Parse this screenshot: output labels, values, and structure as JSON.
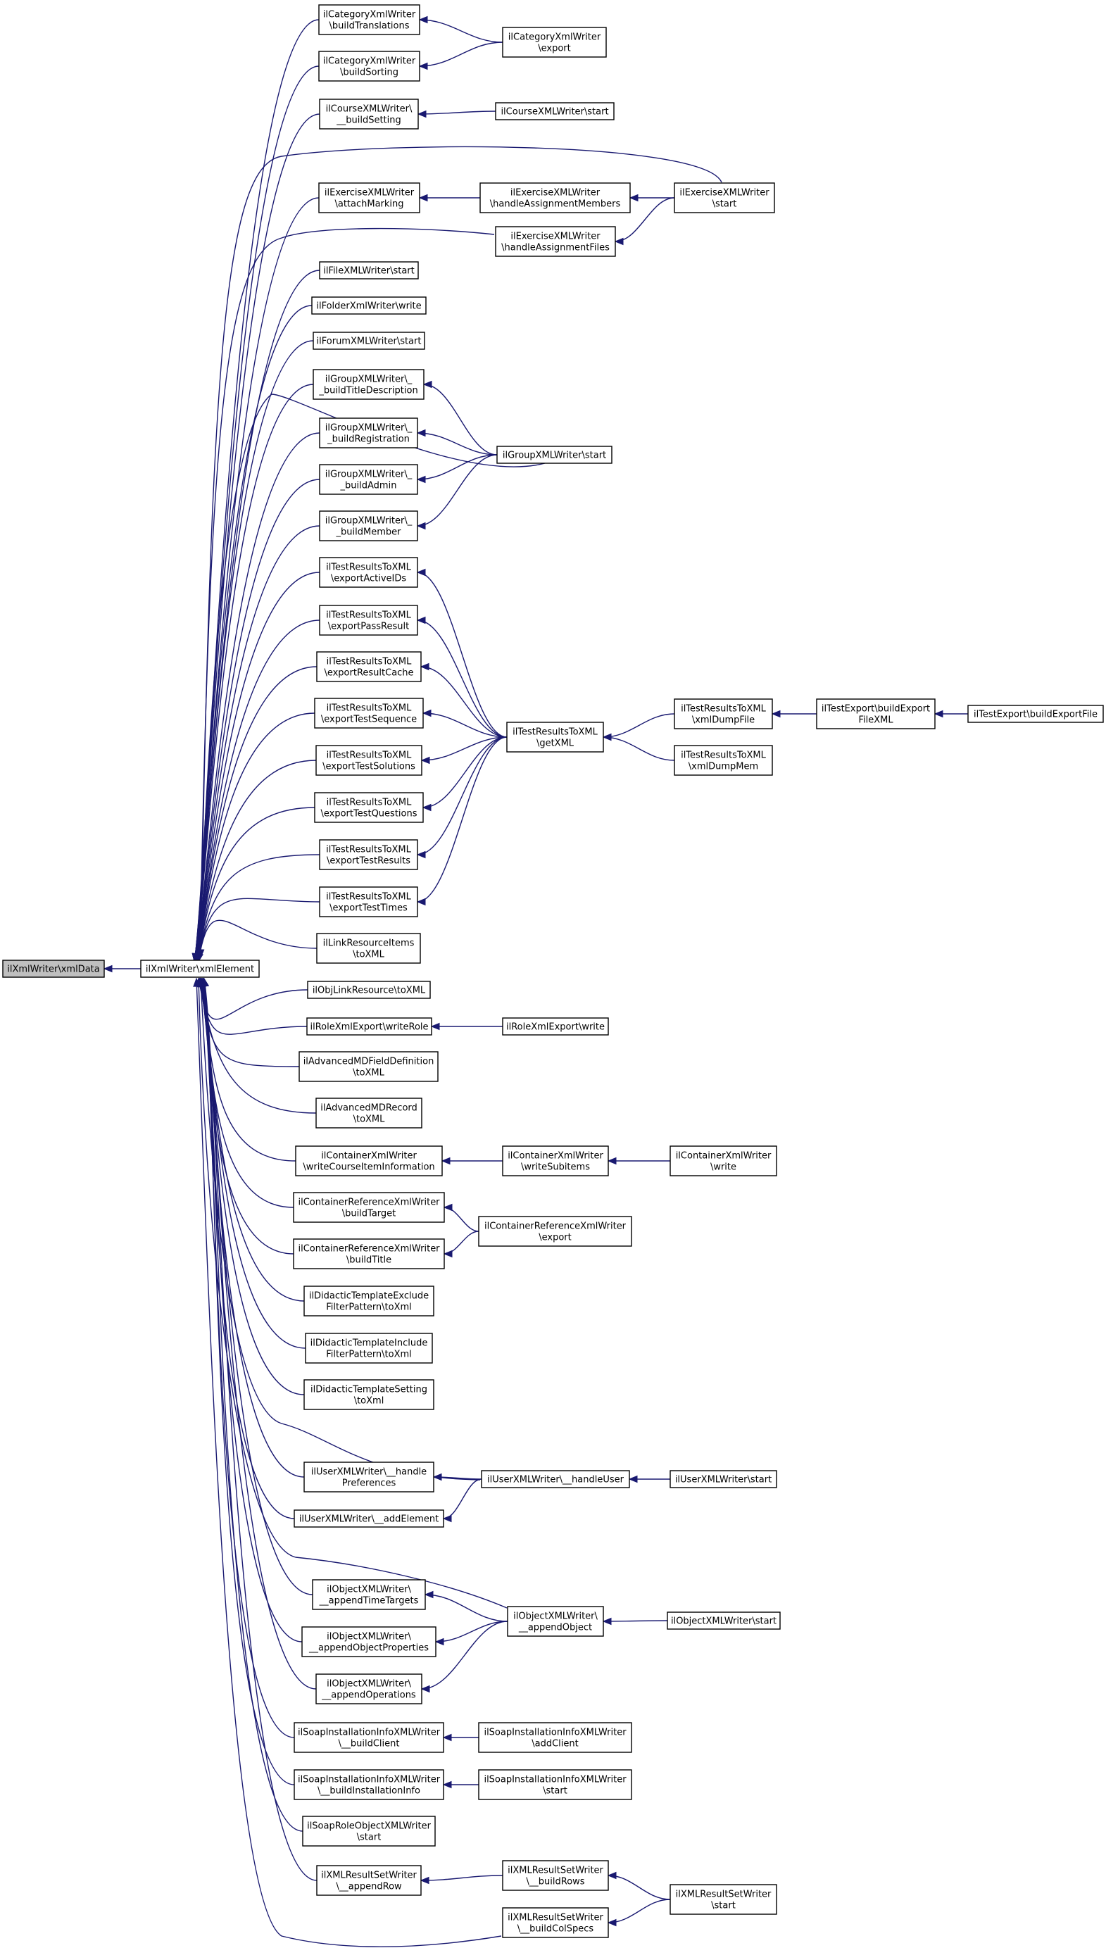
{
  "focus": "ilXmlWriter\\xmlData",
  "nodes": {
    "n0": "ilXmlWriter\\xmlData",
    "n1": "ilXmlWriter\\xmlElement",
    "c1": "ilCategoryXmlWriter\n\\buildTranslations",
    "c2": "ilCategoryXmlWriter\n\\buildSorting",
    "c3": "ilCourseXMLWriter\\\n__buildSetting",
    "c4": "ilExerciseXMLWriter\n\\attachMarking",
    "c5": "ilFileXMLWriter\\start",
    "c6": "ilFolderXmlWriter\\write",
    "c7": "ilForumXMLWriter\\start",
    "c8": "ilGroupXMLWriter\\_\n_buildTitleDescription",
    "c9": "ilGroupXMLWriter\\_\n_buildRegistration",
    "c10": "ilGroupXMLWriter\\_\n_buildAdmin",
    "c11": "ilGroupXMLWriter\\_\n_buildMember",
    "c12": "ilTestResultsToXML\n\\exportActiveIDs",
    "c13": "ilTestResultsToXML\n\\exportPassResult",
    "c14": "ilTestResultsToXML\n\\exportResultCache",
    "c15": "ilTestResultsToXML\n\\exportTestSequence",
    "c16": "ilTestResultsToXML\n\\exportTestSolutions",
    "c17": "ilTestResultsToXML\n\\exportTestQuestions",
    "c18": "ilTestResultsToXML\n\\exportTestResults",
    "c19": "ilTestResultsToXML\n\\exportTestTimes",
    "c20": "ilLinkResourceItems\n\\toXML",
    "c21": "ilObjLinkResource\\toXML",
    "c22": "ilRoleXmlExport\\writeRole",
    "c23": "ilAdvancedMDFieldDefinition\n\\toXML",
    "c24": "ilAdvancedMDRecord\n\\toXML",
    "c25": "ilContainerXmlWriter\n\\writeCourseItemInformation",
    "c26": "ilContainerReferenceXmlWriter\n\\buildTarget",
    "c27": "ilContainerReferenceXmlWriter\n\\buildTitle",
    "c28": "ilDidacticTemplateExclude\nFilterPattern\\toXml",
    "c29": "ilDidacticTemplateInclude\nFilterPattern\\toXml",
    "c30": "ilDidacticTemplateSetting\n\\toXml",
    "c31": "ilUserXMLWriter\\__handle\nPreferences",
    "c32": "ilUserXMLWriter\\__addElement",
    "c33": "ilObjectXMLWriter\\\n__appendTimeTargets",
    "c34": "ilObjectXMLWriter\\\n__appendObjectProperties",
    "c35": "ilObjectXMLWriter\\\n__appendOperations",
    "c36": "ilSoapInstallationInfoXMLWriter\n\\__buildClient",
    "c37": "ilSoapInstallationInfoXMLWriter\n\\__buildInstallationInfo",
    "c38": "ilSoapRoleObjectXMLWriter\n\\start",
    "c39": "ilXMLResultSetWriter\n\\__appendRow",
    "d1": "ilCategoryXmlWriter\n\\export",
    "d2": "ilCourseXMLWriter\\start",
    "d3": "ilExerciseXMLWriter\n\\handleAssignmentMembers",
    "d4": "ilExerciseXMLWriter\n\\handleAssignmentFiles",
    "d5": "ilGroupXMLWriter\\start",
    "d6": "ilTestResultsToXML\n\\getXML",
    "d7": "ilRoleXmlExport\\write",
    "d8": "ilContainerXmlWriter\n\\writeSubitems",
    "d9": "ilContainerReferenceXmlWriter\n\\export",
    "d10": "ilUserXMLWriter\\__handleUser",
    "d11": "ilObjectXMLWriter\\\n__appendObject",
    "d12": "ilSoapInstallationInfoXMLWriter\n\\addClient",
    "d13": "ilSoapInstallationInfoXMLWriter\n\\start",
    "d14": "ilXMLResultSetWriter\n\\__buildRows",
    "d15": "ilXMLResultSetWriter\n\\__buildColSpecs",
    "e1": "ilExerciseXMLWriter\n\\start",
    "e2": "ilTestResultsToXML\n\\xmlDumpFile",
    "e3": "ilTestResultsToXML\n\\xmlDumpMem",
    "e4": "ilContainerXmlWriter\n\\write",
    "e5": "ilUserXMLWriter\\start",
    "e6": "ilObjectXMLWriter\\start",
    "e7": "ilXMLResultSetWriter\n\\start",
    "f1": "ilTestExport\\buildExport\nFileXML",
    "g1": "ilTestExport\\buildExportFile"
  },
  "edges": [
    [
      "n1",
      "n0"
    ],
    [
      "c1",
      "n1"
    ],
    [
      "c2",
      "n1"
    ],
    [
      "c3",
      "n1"
    ],
    [
      "c4",
      "n1"
    ],
    [
      "c5",
      "n1"
    ],
    [
      "c6",
      "n1"
    ],
    [
      "c7",
      "n1"
    ],
    [
      "c8",
      "n1"
    ],
    [
      "c9",
      "n1"
    ],
    [
      "c10",
      "n1"
    ],
    [
      "c11",
      "n1"
    ],
    [
      "c12",
      "n1"
    ],
    [
      "c13",
      "n1"
    ],
    [
      "c14",
      "n1"
    ],
    [
      "c15",
      "n1"
    ],
    [
      "c16",
      "n1"
    ],
    [
      "c17",
      "n1"
    ],
    [
      "c18",
      "n1"
    ],
    [
      "c19",
      "n1"
    ],
    [
      "c20",
      "n1"
    ],
    [
      "c21",
      "n1"
    ],
    [
      "c22",
      "n1"
    ],
    [
      "c23",
      "n1"
    ],
    [
      "c24",
      "n1"
    ],
    [
      "c25",
      "n1"
    ],
    [
      "c26",
      "n1"
    ],
    [
      "c27",
      "n1"
    ],
    [
      "c28",
      "n1"
    ],
    [
      "c29",
      "n1"
    ],
    [
      "c30",
      "n1"
    ],
    [
      "c31",
      "n1"
    ],
    [
      "c32",
      "n1"
    ],
    [
      "c33",
      "n1"
    ],
    [
      "c34",
      "n1"
    ],
    [
      "c35",
      "n1"
    ],
    [
      "c36",
      "n1"
    ],
    [
      "c37",
      "n1"
    ],
    [
      "c38",
      "n1"
    ],
    [
      "c39",
      "n1"
    ],
    [
      "e1",
      "n1"
    ],
    [
      "d4",
      "n1"
    ],
    [
      "d5",
      "n1"
    ],
    [
      "d10",
      "n1"
    ],
    [
      "d11",
      "n1"
    ],
    [
      "d15",
      "n1"
    ],
    [
      "d1",
      "c1"
    ],
    [
      "d1",
      "c2"
    ],
    [
      "d2",
      "c3"
    ],
    [
      "d3",
      "c4"
    ],
    [
      "e1",
      "d3"
    ],
    [
      "e1",
      "d4"
    ],
    [
      "d5",
      "c8"
    ],
    [
      "d5",
      "c9"
    ],
    [
      "d5",
      "c10"
    ],
    [
      "d5",
      "c11"
    ],
    [
      "d6",
      "c12"
    ],
    [
      "d6",
      "c13"
    ],
    [
      "d6",
      "c14"
    ],
    [
      "d6",
      "c15"
    ],
    [
      "d6",
      "c16"
    ],
    [
      "d6",
      "c17"
    ],
    [
      "d6",
      "c18"
    ],
    [
      "d6",
      "c19"
    ],
    [
      "e2",
      "d6"
    ],
    [
      "e3",
      "d6"
    ],
    [
      "f1",
      "e2"
    ],
    [
      "g1",
      "f1"
    ],
    [
      "d7",
      "c22"
    ],
    [
      "d8",
      "c25"
    ],
    [
      "e4",
      "d8"
    ],
    [
      "d9",
      "c26"
    ],
    [
      "d9",
      "c27"
    ],
    [
      "d10",
      "c31"
    ],
    [
      "d10",
      "c32"
    ],
    [
      "e5",
      "d10"
    ],
    [
      "d11",
      "c33"
    ],
    [
      "d11",
      "c34"
    ],
    [
      "d11",
      "c35"
    ],
    [
      "e6",
      "d11"
    ],
    [
      "d12",
      "c36"
    ],
    [
      "d13",
      "c37"
    ],
    [
      "d14",
      "c39"
    ],
    [
      "e7",
      "d14"
    ],
    [
      "e7",
      "d15"
    ]
  ]
}
